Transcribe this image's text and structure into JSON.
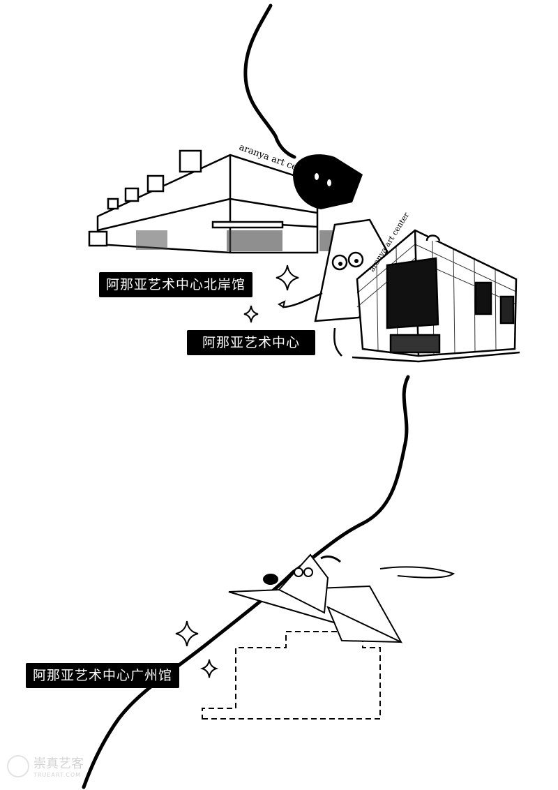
{
  "labels": {
    "north_shore": "阿那亚艺术中心北岸馆",
    "main": "阿那亚艺术中心",
    "guangzhou": "阿那亚艺术中心广州馆"
  },
  "building_signs": {
    "north_shore_sign": "aranya art center",
    "main_sign": "aranya art center"
  },
  "watermark": {
    "cn": "崇真艺客",
    "en": "TRUEART.COM"
  },
  "colors": {
    "ink": "#000000",
    "paper": "#ffffff",
    "label_bg": "#000000",
    "label_text": "#ffffff"
  }
}
